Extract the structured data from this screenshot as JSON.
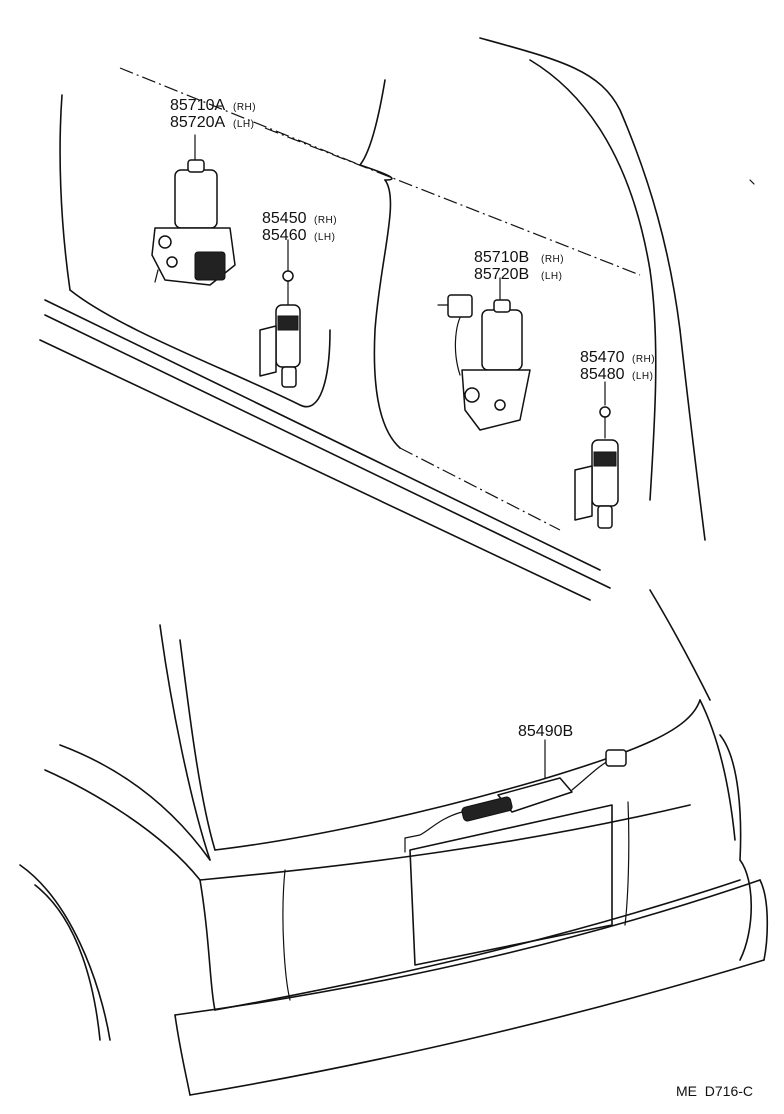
{
  "parts": {
    "motor_a": {
      "rh": {
        "number": "85710A",
        "side": "(RH)"
      },
      "lh": {
        "number": "85720A",
        "side": "(LH)"
      },
      "icon": "door-lock-motor-icon"
    },
    "solenoid_front": {
      "rh": {
        "number": "85450",
        "side": "(RH)"
      },
      "lh": {
        "number": "85460",
        "side": "(LH)"
      },
      "icon": "lock-solenoid-icon"
    },
    "motor_b": {
      "rh": {
        "number": "85710B",
        "side": "(RH)"
      },
      "lh": {
        "number": "85720B",
        "side": "(LH)"
      },
      "icon": "door-lock-motor-icon"
    },
    "solenoid_rear": {
      "rh": {
        "number": "85470",
        "side": "(RH)"
      },
      "lh": {
        "number": "85480",
        "side": "(LH)"
      },
      "icon": "lock-solenoid-icon"
    },
    "back_door_lock": {
      "number": "85490B",
      "icon": "back-door-lock-assembly-icon"
    }
  },
  "footer": {
    "code": "ME  D716-C"
  }
}
